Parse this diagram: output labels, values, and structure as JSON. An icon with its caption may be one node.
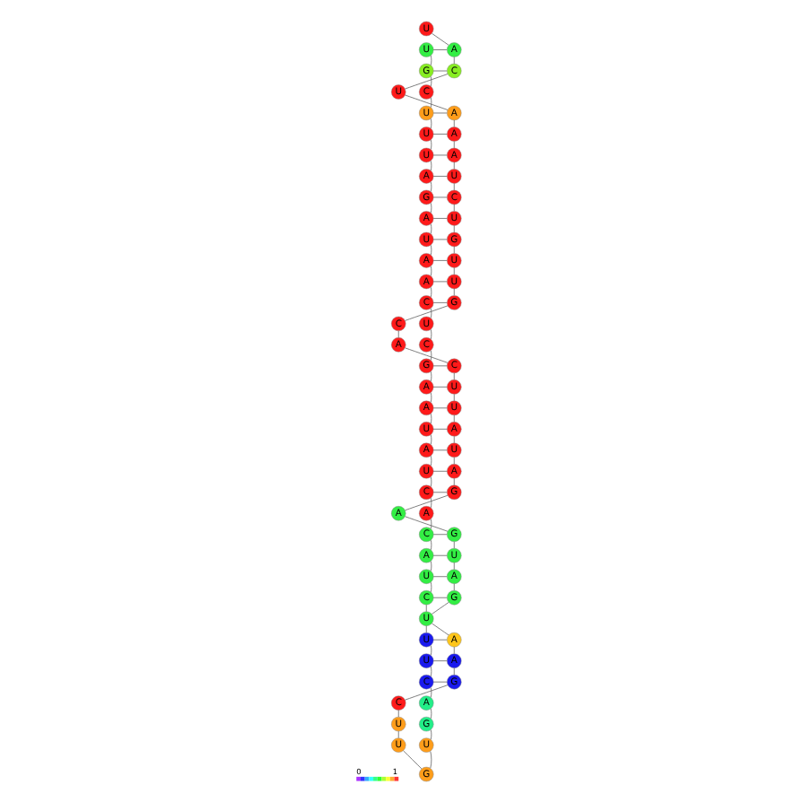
{
  "diagram": {
    "nodes": [
      {
        "text": [
          "U"
        ]
      },
      {
        "text": [
          "G"
        ]
      },
      {
        "text": [
          "C"
        ]
      },
      {
        "text": [
          "U"
        ]
      },
      {
        "text": [
          "U"
        ]
      },
      {
        "text": [
          "U"
        ]
      },
      {
        "text": [
          "A"
        ]
      },
      {
        "text": [
          "G"
        ]
      },
      {
        "text": [
          "A"
        ]
      },
      {
        "text": [
          "U"
        ]
      },
      {
        "text": [
          "A"
        ]
      },
      {
        "text": [
          "A"
        ]
      },
      {
        "text": [
          "C"
        ]
      },
      {
        "text": [
          "U"
        ]
      },
      {
        "text": [
          "C"
        ]
      },
      {
        "text": [
          "G"
        ]
      },
      {
        "text": [
          "A"
        ]
      },
      {
        "text": [
          "A"
        ]
      },
      {
        "text": [
          "U"
        ]
      },
      {
        "text": [
          "A"
        ]
      },
      {
        "text": [
          "U"
        ]
      },
      {
        "text": [
          "C"
        ]
      },
      {
        "text": [
          "A"
        ]
      },
      {
        "text": [
          "C"
        ]
      },
      {
        "text": [
          "A"
        ]
      },
      {
        "text": [
          "U"
        ]
      },
      {
        "text": [
          "C"
        ]
      },
      {
        "text": [
          "U"
        ]
      },
      {
        "text": [
          "U"
        ]
      },
      {
        "text": [
          "C"
        ]
      },
      {
        "text": [
          "A"
        ]
      },
      {
        "text": [
          "G"
        ]
      },
      {
        "text": [
          "U"
        ]
      },
      {
        "text": [
          "G"
        ]
      },
      {
        "text": [
          "U"
        ]
      },
      {
        "text": [
          "U"
        ]
      },
      {
        "text": [
          "C"
        ]
      },
      {
        "text": [
          "G"
        ]
      },
      {
        "text": [
          "A"
        ]
      },
      {
        "text": [
          "A"
        ]
      },
      {
        "text": [
          "U"
        ]
      },
      {
        "text": [
          "G"
        ]
      },
      {
        "text": [
          "A"
        ]
      },
      {
        "text": [
          "U"
        ]
      },
      {
        "text": [
          "G"
        ]
      },
      {
        "text": [
          "A"
        ]
      },
      {
        "text": [
          "G"
        ]
      },
      {
        "text": [
          "A"
        ]
      },
      {
        "text": [
          "U"
        ]
      },
      {
        "text": [
          "A"
        ]
      },
      {
        "text": [
          "U"
        ]
      },
      {
        "text": [
          "U"
        ]
      },
      {
        "text": [
          "C"
        ]
      },
      {
        "text": [
          "A"
        ]
      },
      {
        "text": [
          "C"
        ]
      },
      {
        "text": [
          "G"
        ]
      },
      {
        "text": [
          "U"
        ]
      },
      {
        "text": [
          "U"
        ]
      },
      {
        "text": [
          "G"
        ]
      },
      {
        "text": [
          "U"
        ]
      },
      {
        "text": [
          "C"
        ]
      },
      {
        "text": [
          "U"
        ]
      },
      {
        "text": [
          "A"
        ]
      },
      {
        "text": [
          "A"
        ]
      },
      {
        "text": [
          "A"
        ]
      },
      {
        "text": [
          "U"
        ]
      },
      {
        "text": [
          "C"
        ]
      },
      {
        "text": [
          "A"
        ]
      },
      {
        "text": [
          "U"
        ]
      }
    ],
    "edges": [
      {
        "from": 0,
        "to": 1,
        "arrow": "none"
      },
      {
        "from": 1,
        "to": 2,
        "arrow": "none"
      },
      {
        "from": 2,
        "to": 3,
        "arrow": "none"
      },
      {
        "from": 3,
        "to": 4,
        "arrow": "none"
      },
      {
        "from": 4,
        "to": 5,
        "arrow": "none"
      },
      {
        "from": 5,
        "to": 6,
        "arrow": "none"
      },
      {
        "from": 6,
        "to": 7,
        "arrow": "none"
      },
      {
        "from": 7,
        "to": 8,
        "arrow": "none"
      },
      {
        "from": 8,
        "to": 9,
        "arrow": "none"
      },
      {
        "from": 9,
        "to": 10,
        "arrow": "none"
      },
      {
        "from": 10,
        "to": 11,
        "arrow": "none"
      },
      {
        "from": 11,
        "to": 12,
        "arrow": "none"
      },
      {
        "from": 12,
        "to": 13,
        "arrow": "none"
      },
      {
        "from": 13,
        "to": 14,
        "arrow": "none"
      },
      {
        "from": 14,
        "to": 15,
        "arrow": "none"
      },
      {
        "from": 15,
        "to": 16,
        "arrow": "none"
      },
      {
        "from": 16,
        "to": 17,
        "arrow": "none"
      },
      {
        "from": 17,
        "to": 18,
        "arrow": "none"
      },
      {
        "from": 18,
        "to": 19,
        "arrow": "none"
      },
      {
        "from": 19,
        "to": 20,
        "arrow": "none"
      },
      {
        "from": 20,
        "to": 21,
        "arrow": "none"
      },
      {
        "from": 21,
        "to": 22,
        "arrow": "none"
      },
      {
        "from": 22,
        "to": 23,
        "arrow": "none"
      },
      {
        "from": 23,
        "to": 24,
        "arrow": "none"
      },
      {
        "from": 24,
        "to": 25,
        "arrow": "none"
      },
      {
        "from": 25,
        "to": 26,
        "arrow": "none"
      },
      {
        "from": 26,
        "to": 27,
        "arrow": "none"
      },
      {
        "from": 27,
        "to": 28,
        "arrow": "none"
      },
      {
        "from": 28,
        "to": 29,
        "arrow": "none"
      },
      {
        "from": 29,
        "to": 30,
        "arrow": "none"
      },
      {
        "from": 30,
        "to": 31,
        "arrow": "none"
      },
      {
        "from": 31,
        "to": 32,
        "arrow": "none"
      },
      {
        "from": 32,
        "to": 33,
        "arrow": "none"
      },
      {
        "from": 33,
        "to": 34,
        "arrow": "none"
      },
      {
        "from": 34,
        "to": 35,
        "arrow": "none"
      },
      {
        "from": 35,
        "to": 36,
        "arrow": "none"
      },
      {
        "from": 36,
        "to": 37,
        "arrow": "none"
      },
      {
        "from": 37,
        "to": 38,
        "arrow": "none"
      },
      {
        "from": 38,
        "to": 39,
        "arrow": "none"
      },
      {
        "from": 39,
        "to": 40,
        "arrow": "none"
      },
      {
        "from": 40,
        "to": 41,
        "arrow": "none"
      },
      {
        "from": 41,
        "to": 42,
        "arrow": "none"
      },
      {
        "from": 42,
        "to": 43,
        "arrow": "none"
      },
      {
        "from": 43,
        "to": 44,
        "arrow": "none"
      },
      {
        "from": 44,
        "to": 45,
        "arrow": "none"
      },
      {
        "from": 45,
        "to": 46,
        "arrow": "none"
      },
      {
        "from": 46,
        "to": 47,
        "arrow": "none"
      },
      {
        "from": 47,
        "to": 48,
        "arrow": "none"
      },
      {
        "from": 48,
        "to": 49,
        "arrow": "none"
      },
      {
        "from": 49,
        "to": 50,
        "arrow": "none"
      },
      {
        "from": 50,
        "to": 51,
        "arrow": "none"
      },
      {
        "from": 51,
        "to": 52,
        "arrow": "none"
      },
      {
        "from": 52,
        "to": 53,
        "arrow": "none"
      },
      {
        "from": 53,
        "to": 54,
        "arrow": "none"
      },
      {
        "from": 54,
        "to": 55,
        "arrow": "none"
      },
      {
        "from": 55,
        "to": 56,
        "arrow": "none"
      },
      {
        "from": 56,
        "to": 57,
        "arrow": "none"
      },
      {
        "from": 57,
        "to": 58,
        "arrow": "none"
      },
      {
        "from": 58,
        "to": 59,
        "arrow": "none"
      },
      {
        "from": 59,
        "to": 60,
        "arrow": "none"
      },
      {
        "from": 60,
        "to": 61,
        "arrow": "none"
      },
      {
        "from": 61,
        "to": 62,
        "arrow": "none"
      },
      {
        "from": 62,
        "to": 63,
        "arrow": "none"
      },
      {
        "from": 63,
        "to": 64,
        "arrow": "none"
      },
      {
        "from": 64,
        "to": 65,
        "arrow": "none"
      },
      {
        "from": 65,
        "to": 66,
        "arrow": "none"
      },
      {
        "from": 66,
        "to": 67,
        "arrow": "none"
      },
      {
        "from": 67,
        "to": 68,
        "arrow": "none"
      },
      {
        "from": 0,
        "to": 67,
        "arrow": "none"
      },
      {
        "from": 1,
        "to": 66,
        "arrow": "none"
      },
      {
        "from": 3,
        "to": 64,
        "arrow": "none"
      },
      {
        "from": 4,
        "to": 63,
        "arrow": "none"
      },
      {
        "from": 5,
        "to": 62,
        "arrow": "none"
      },
      {
        "from": 6,
        "to": 61,
        "arrow": "none"
      },
      {
        "from": 7,
        "to": 60,
        "arrow": "none"
      },
      {
        "from": 8,
        "to": 59,
        "arrow": "none"
      },
      {
        "from": 9,
        "to": 58,
        "arrow": "none"
      },
      {
        "from": 10,
        "to": 57,
        "arrow": "none"
      },
      {
        "from": 11,
        "to": 56,
        "arrow": "none"
      },
      {
        "from": 12,
        "to": 55,
        "arrow": "none"
      },
      {
        "from": 15,
        "to": 52,
        "arrow": "none"
      },
      {
        "from": 16,
        "to": 51,
        "arrow": "none"
      },
      {
        "from": 17,
        "to": 50,
        "arrow": "none"
      },
      {
        "from": 18,
        "to": 49,
        "arrow": "none"
      },
      {
        "from": 19,
        "to": 48,
        "arrow": "none"
      },
      {
        "from": 20,
        "to": 47,
        "arrow": "none"
      },
      {
        "from": 21,
        "to": 46,
        "arrow": "none"
      },
      {
        "from": 23,
        "to": 44,
        "arrow": "none"
      },
      {
        "from": 24,
        "to": 43,
        "arrow": "none"
      },
      {
        "from": 25,
        "to": 42,
        "arrow": "none"
      },
      {
        "from": 26,
        "to": 41,
        "arrow": "none"
      },
      {
        "from": 27,
        "to": 39,
        "arrow": "none"
      },
      {
        "from": 28,
        "to": 38,
        "arrow": "none"
      },
      {
        "from": 29,
        "to": 37,
        "arrow": "none"
      }
    ],
    "labels": [
      "0",
      "1"
    ]
  }
}
